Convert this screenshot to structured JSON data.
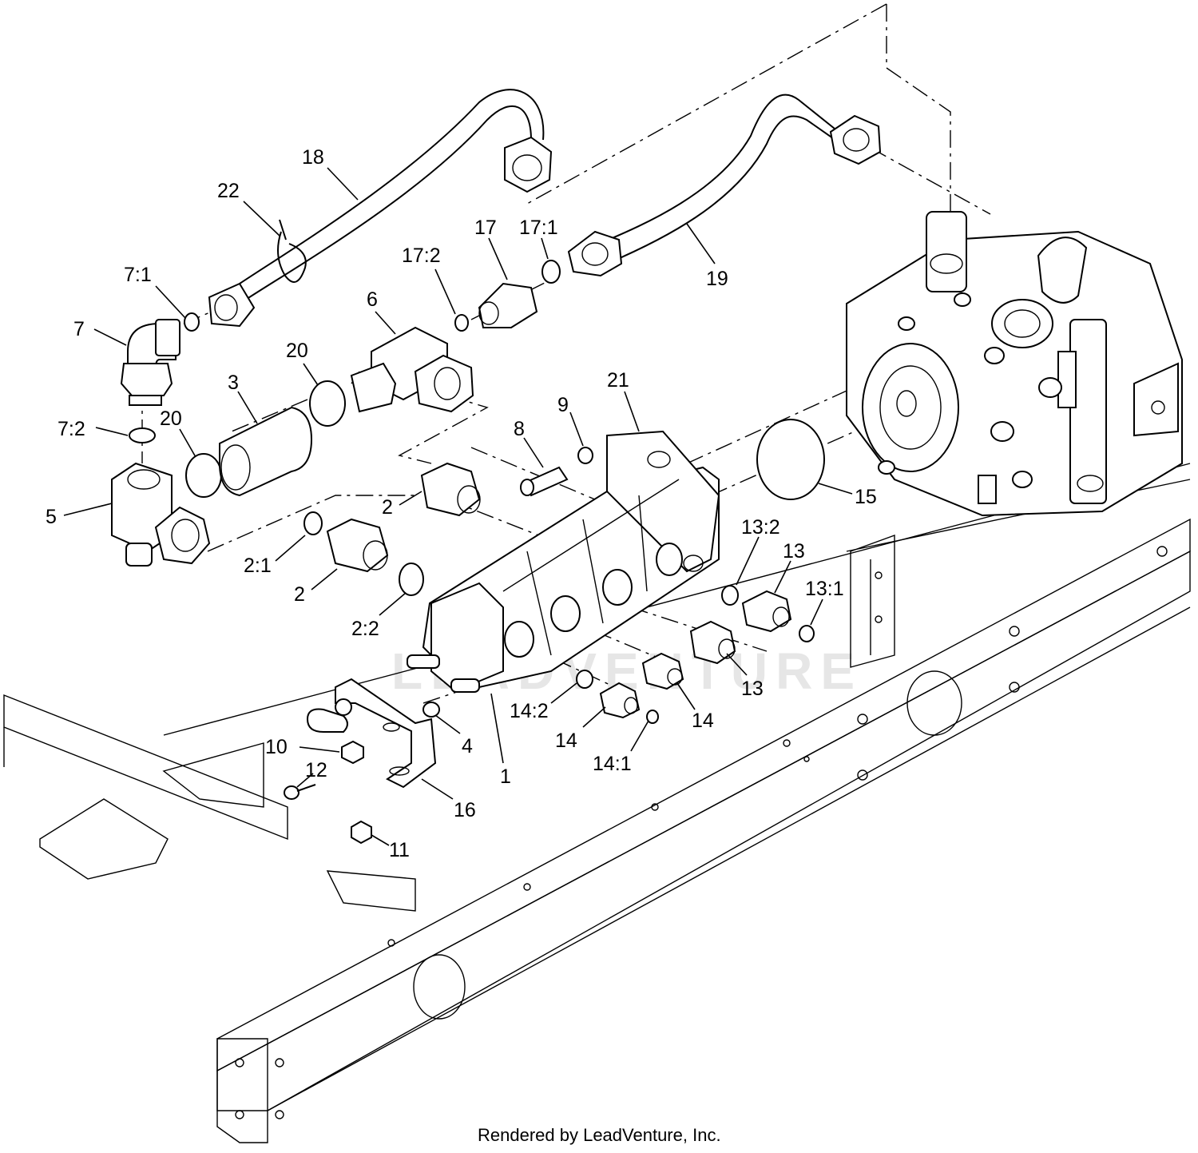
{
  "footer": {
    "text": "Rendered by LeadVenture, Inc."
  },
  "watermark": {
    "text": "LEADVENTURE"
  },
  "callouts": [
    {
      "id": "c18",
      "label": "18"
    },
    {
      "id": "c22",
      "label": "22"
    },
    {
      "id": "c7_1",
      "label": "7:1"
    },
    {
      "id": "c7",
      "label": "7"
    },
    {
      "id": "c7_2",
      "label": "7:2"
    },
    {
      "id": "c20a",
      "label": "20"
    },
    {
      "id": "c20b",
      "label": "20"
    },
    {
      "id": "c3",
      "label": "3"
    },
    {
      "id": "c6",
      "label": "6"
    },
    {
      "id": "c17_2",
      "label": "17:2"
    },
    {
      "id": "c17",
      "label": "17"
    },
    {
      "id": "c17_1",
      "label": "17:1"
    },
    {
      "id": "c19",
      "label": "19"
    },
    {
      "id": "c21",
      "label": "21"
    },
    {
      "id": "c9",
      "label": "9"
    },
    {
      "id": "c8",
      "label": "8"
    },
    {
      "id": "c5",
      "label": "5"
    },
    {
      "id": "c2a",
      "label": "2"
    },
    {
      "id": "c2_1",
      "label": "2:1"
    },
    {
      "id": "c2b",
      "label": "2"
    },
    {
      "id": "c2_2",
      "label": "2:2"
    },
    {
      "id": "c15",
      "label": "15"
    },
    {
      "id": "c13_2",
      "label": "13:2"
    },
    {
      "id": "c13a",
      "label": "13"
    },
    {
      "id": "c13_1",
      "label": "13:1"
    },
    {
      "id": "c13b",
      "label": "13"
    },
    {
      "id": "c14_2",
      "label": "14:2"
    },
    {
      "id": "c14a",
      "label": "14"
    },
    {
      "id": "c14b",
      "label": "14"
    },
    {
      "id": "c14_1",
      "label": "14:1"
    },
    {
      "id": "c4",
      "label": "4"
    },
    {
      "id": "c1",
      "label": "1"
    },
    {
      "id": "c10",
      "label": "10"
    },
    {
      "id": "c12",
      "label": "12"
    },
    {
      "id": "c16",
      "label": "16"
    },
    {
      "id": "c11",
      "label": "11"
    }
  ]
}
